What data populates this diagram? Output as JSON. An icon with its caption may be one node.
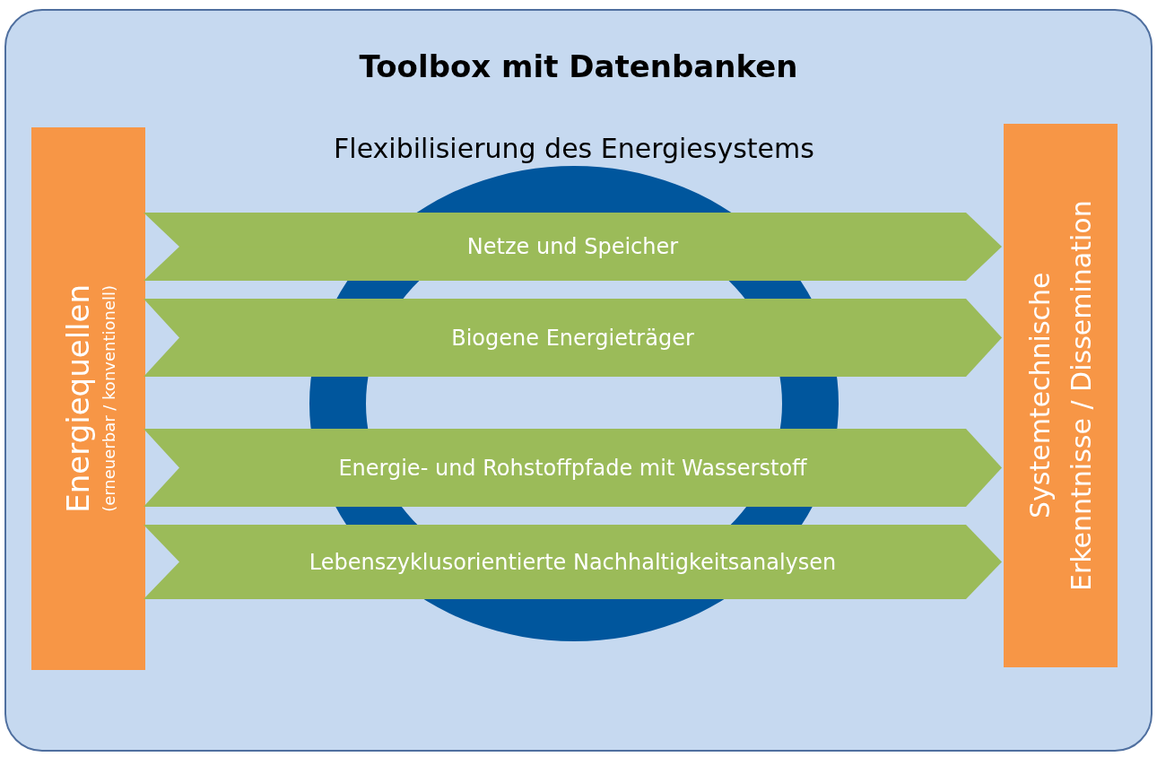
{
  "diagram": {
    "nodes": [
      {
        "text": [
          "Toolbox mit Datenbanken"
        ]
      },
      {
        "text": [
          "Energiequellen",
          "(erneuerbar / konventionell)"
        ],
        "in": 0
      },
      {
        "text": [
          "Systemtechnische Erkenntnisse / Dissemination"
        ],
        "in": 0
      }
    ],
    "edges": [
      {
        "from": 1,
        "to": 2,
        "arrow": "to",
        "label": "Netze und Speicher"
      },
      {
        "from": 1,
        "to": 2,
        "arrow": "to",
        "label": "Biogene Energieträger"
      },
      {
        "from": 1,
        "to": 2,
        "arrow": "to",
        "label": "Energie- und Rohstoffpfade mit Wasserstoff"
      },
      {
        "from": 1,
        "to": 2,
        "arrow": "to",
        "label": "Lebenszyklusorientierte Nachhaltigkeitsanalysen"
      }
    ],
    "labels": [
      "Flexibilisierung des Energiesystems"
    ]
  }
}
